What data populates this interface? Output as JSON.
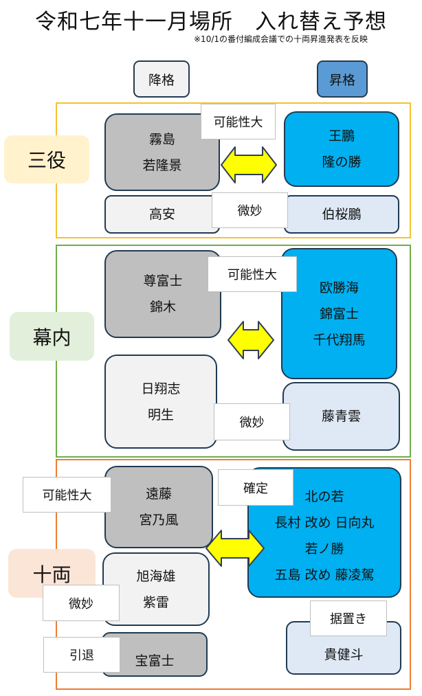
{
  "title": "令和七年十一月場所　入れ替え予想",
  "subtitle": "※10/1の番付編成会議での十両昇進発表を反映",
  "headers": {
    "demotion": "降格",
    "promotion": "昇格"
  },
  "colors": {
    "sanyaku_frame": "#f5c230",
    "makuuchi_frame": "#70ad47",
    "juryo_frame": "#ed7d31",
    "arrow_fill": "#ffff00",
    "promote_box": "#00b0f0",
    "demote_box": "#bfbfbf"
  },
  "sections": {
    "sanyaku": {
      "label": "三役",
      "demote_likely": [
        "霧島",
        "若隆景"
      ],
      "promote_likely": [
        "王鵬",
        "隆の勝"
      ],
      "demote_marginal": [
        "高安"
      ],
      "promote_marginal": [
        "伯桜鵬"
      ],
      "tag_likely": "可能性大",
      "tag_marginal": "微妙"
    },
    "makuuchi": {
      "label": "幕内",
      "demote_likely": [
        "尊富士",
        "錦木"
      ],
      "promote_likely": [
        "欧勝海",
        "錦富士",
        "千代翔馬"
      ],
      "demote_marginal": [
        "日翔志",
        "明生"
      ],
      "promote_marginal": [
        "藤青雲"
      ],
      "tag_likely": "可能性大",
      "tag_marginal": "微妙"
    },
    "juryo": {
      "label": "十両",
      "demote_likely": [
        "遠藤",
        "宮乃風"
      ],
      "promote_confirmed": [
        "北の若",
        "長村 改め 日向丸",
        "若ノ勝",
        "五島 改め 藤凌駕"
      ],
      "demote_marginal": [
        "旭海雄",
        "紫雷"
      ],
      "retired": [
        "宝富士"
      ],
      "held": [
        "貴健斗"
      ],
      "tag_likely": "可能性大",
      "tag_confirmed": "確定",
      "tag_marginal": "微妙",
      "tag_retired": "引退",
      "tag_held": "据置き"
    }
  }
}
